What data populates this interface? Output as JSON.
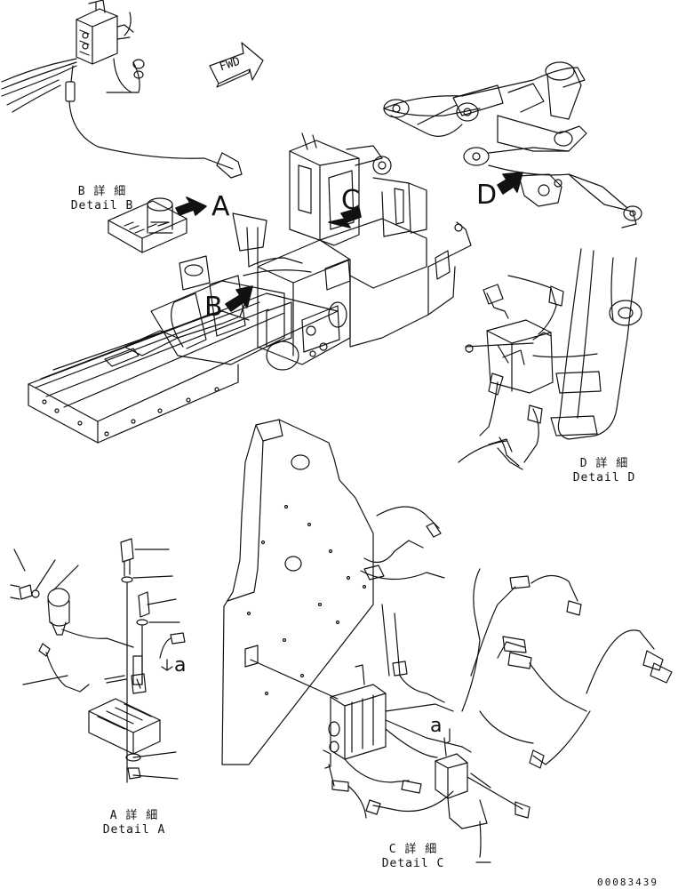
{
  "fwd": "FWD",
  "callouts": {
    "A": "A",
    "B": "B",
    "C": "C",
    "D": "D",
    "a1": "a",
    "a2": "a"
  },
  "captions": {
    "detail_b": {
      "jp": "B 詳 細",
      "en": "Detail B"
    },
    "detail_d": {
      "jp": "D 詳 細",
      "en": "Detail D"
    },
    "detail_a": {
      "jp": "A 詳 細",
      "en": "Detail A"
    },
    "detail_c": {
      "jp": "C 詳 細",
      "en": "Detail C"
    }
  },
  "doc_number": "00083439"
}
